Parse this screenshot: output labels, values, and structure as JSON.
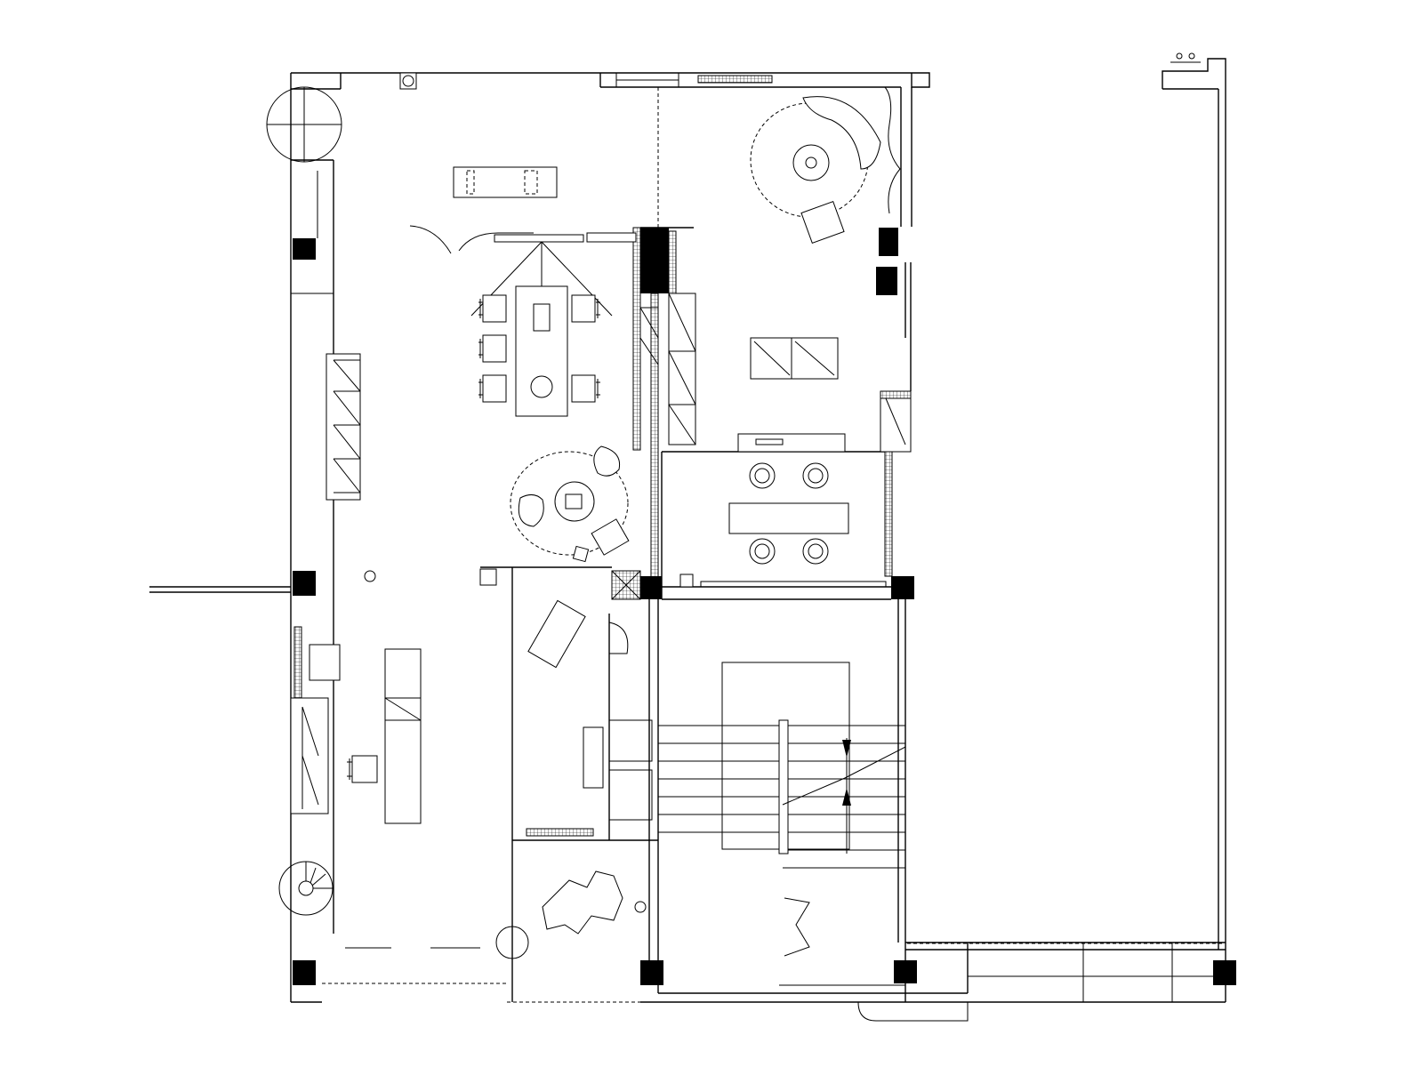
{
  "drawing": {
    "type": "architectural floor plan",
    "colors": {
      "line": "#000000",
      "background": "#ffffff",
      "column_fill": "#000000"
    },
    "icons": [
      "column",
      "spiral-stair",
      "dining-table",
      "chair",
      "armchair",
      "sofa",
      "tv-cabinet",
      "plant",
      "door-swing",
      "staircase",
      "round-table"
    ]
  }
}
